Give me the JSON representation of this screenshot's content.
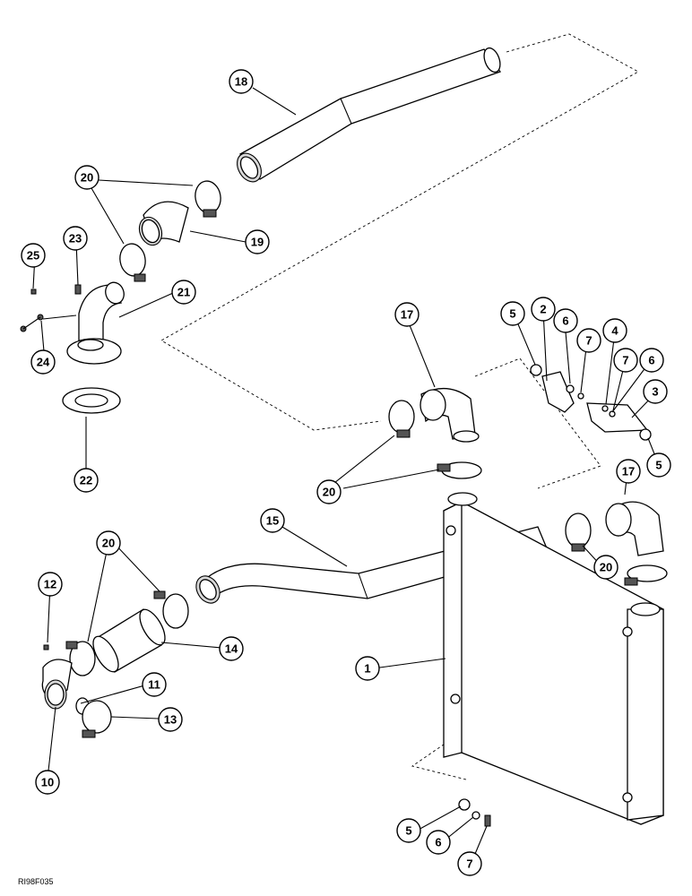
{
  "figure_id": "RI98F035",
  "callouts": [
    {
      "label": "1"
    },
    {
      "label": "2"
    },
    {
      "label": "3"
    },
    {
      "label": "4"
    },
    {
      "label": "5"
    },
    {
      "label": "5"
    },
    {
      "label": "5"
    },
    {
      "label": "6"
    },
    {
      "label": "6"
    },
    {
      "label": "6"
    },
    {
      "label": "7"
    },
    {
      "label": "7"
    },
    {
      "label": "7"
    },
    {
      "label": "10"
    },
    {
      "label": "11"
    },
    {
      "label": "12"
    },
    {
      "label": "13"
    },
    {
      "label": "14"
    },
    {
      "label": "15"
    },
    {
      "label": "17"
    },
    {
      "label": "17"
    },
    {
      "label": "18"
    },
    {
      "label": "19"
    },
    {
      "label": "20"
    },
    {
      "label": "20"
    },
    {
      "label": "20"
    },
    {
      "label": "20"
    },
    {
      "label": "21"
    },
    {
      "label": "22"
    },
    {
      "label": "23"
    },
    {
      "label": "24"
    },
    {
      "label": "25"
    }
  ]
}
